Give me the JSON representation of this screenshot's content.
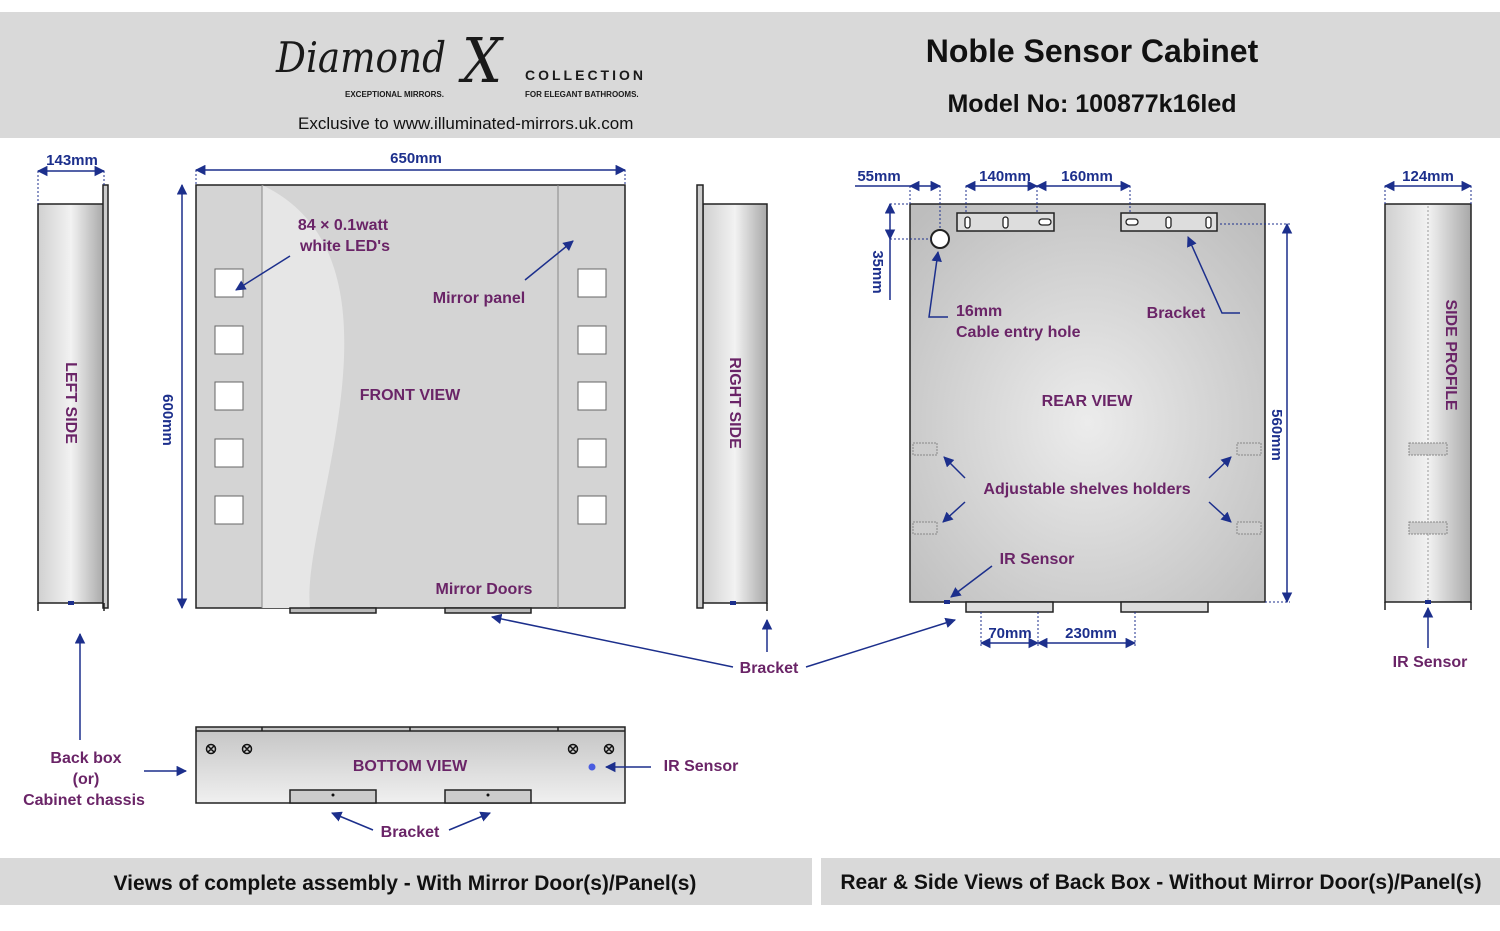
{
  "header": {
    "logo": {
      "brand": "Diamond",
      "brand_x": "X",
      "collection": "COLLECTION",
      "tagline_left": "EXCEPTIONAL MIRRORS.",
      "tagline_right": "FOR ELEGANT BATHROOMS.",
      "exclusive": "Exclusive to www.illuminated-mirrors.uk.com"
    },
    "title": "Noble Sensor Cabinet",
    "model": "Model No: 100877k16led"
  },
  "left_side": {
    "width_dim": "143mm",
    "label": "LEFT SIDE"
  },
  "front_view": {
    "width_dim": "650mm",
    "height_dim": "600mm",
    "leds_line1": "84 × 0.1watt",
    "leds_line2": "white LED's",
    "mirror_panel": "Mirror panel",
    "label": "FRONT VIEW",
    "mirror_doors": "Mirror Doors"
  },
  "right_side": {
    "label": "RIGHT SIDE"
  },
  "rear_view": {
    "dim_55": "55mm",
    "dim_140": "140mm",
    "dim_160": "160mm",
    "dim_35": "35mm",
    "dim_560": "560mm",
    "dim_70": "70mm",
    "dim_230": "230mm",
    "hole_line1": "16mm",
    "hole_line2": "Cable entry hole",
    "bracket": "Bracket",
    "label": "REAR VIEW",
    "shelves": "Adjustable shelves holders",
    "ir_sensor": "IR Sensor"
  },
  "side_profile": {
    "width_dim": "124mm",
    "label": "SIDE PROFILE",
    "ir_sensor": "IR Sensor"
  },
  "shared_bracket": "Bracket",
  "bottom_view": {
    "back_box_line1": "Back box",
    "back_box_line2": "(or)",
    "back_box_line3": "Cabinet chassis",
    "label": "BOTTOM VIEW",
    "ir_sensor": "IR Sensor",
    "bracket": "Bracket"
  },
  "footer": {
    "left": "Views of complete assembly - With Mirror Door(s)/Panel(s)",
    "right": "Rear & Side Views of Back Box - Without Mirror Door(s)/Panel(s)"
  },
  "colors": {
    "label": "#6a2467",
    "dimension": "#1c2f8c",
    "band": "#d9d9d9"
  }
}
